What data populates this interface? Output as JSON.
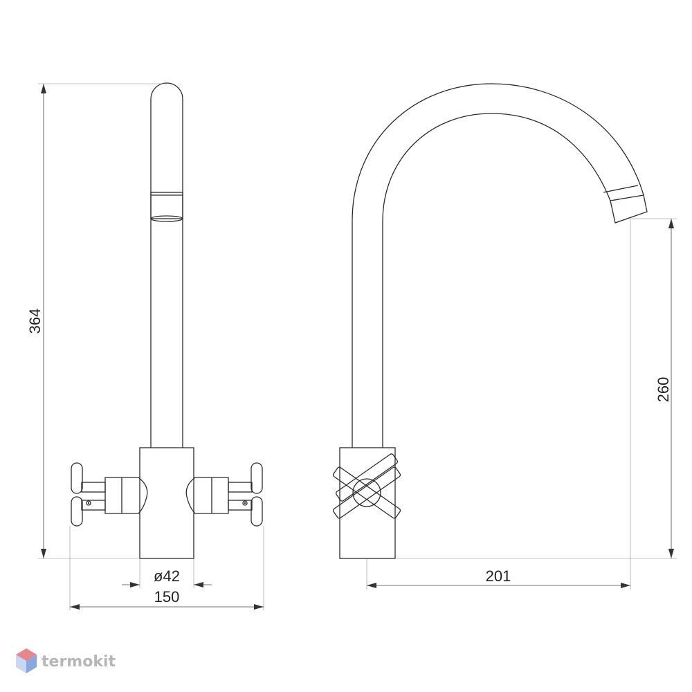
{
  "dimensions": {
    "total_height": "364",
    "spout_height": "260",
    "spout_reach": "201",
    "body_diameter": "ø42",
    "handle_span": "150"
  },
  "watermark": {
    "text": "termokit"
  },
  "colors": {
    "line": "#2a2a2a",
    "dimension": "#444444",
    "watermark_text": "#b7b7b7",
    "logo_red": "#e7868b",
    "logo_blue": "#8aa8e0"
  }
}
